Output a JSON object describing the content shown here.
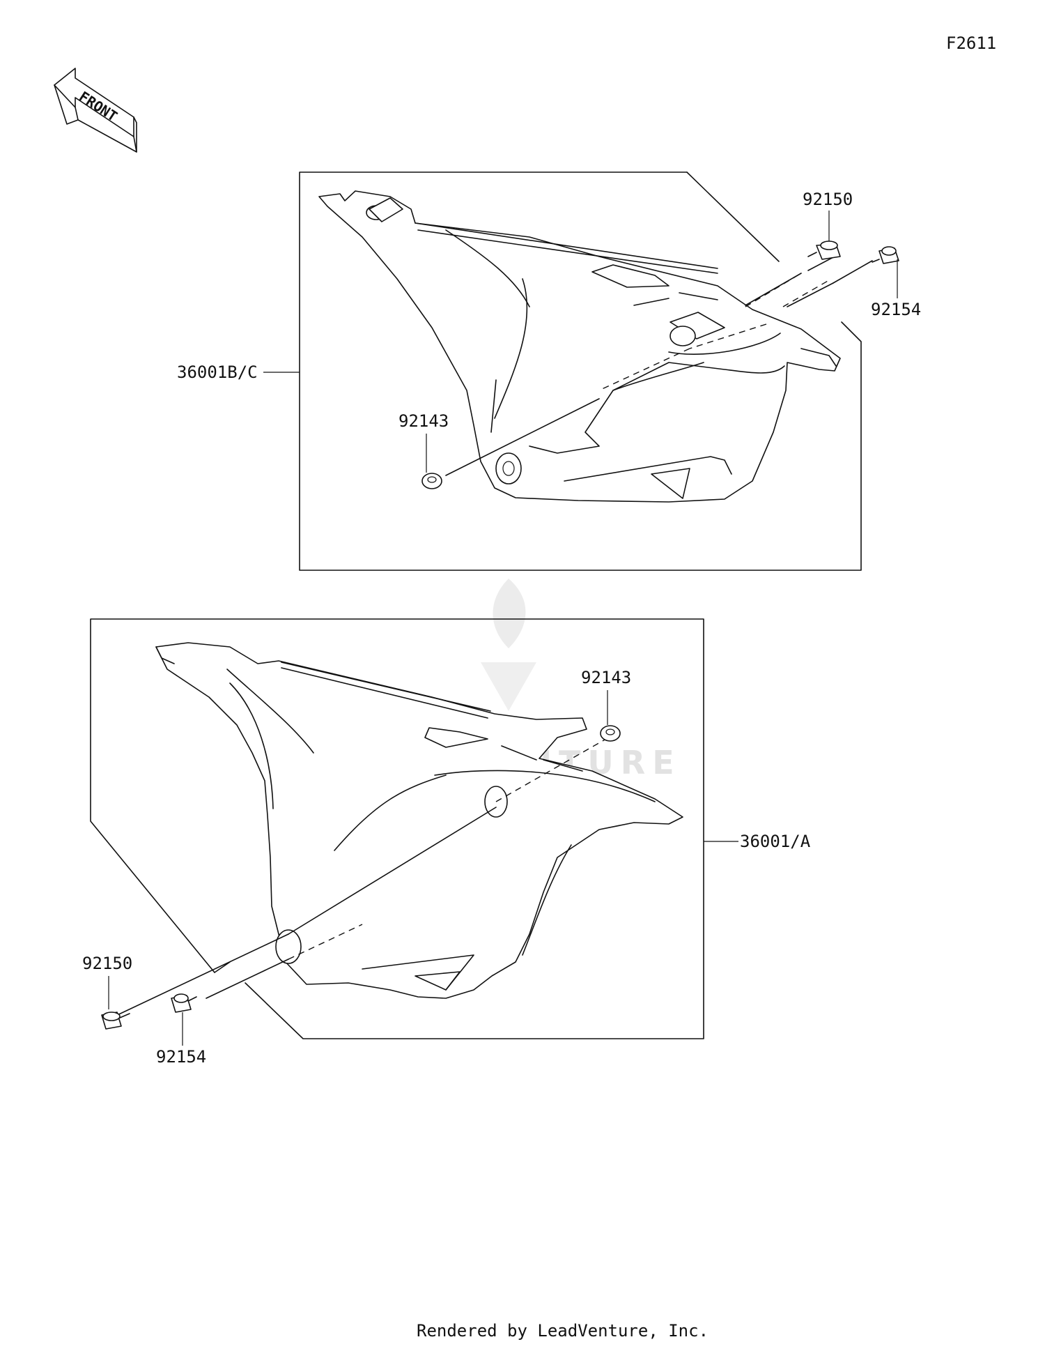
{
  "figure_code": "F2611",
  "front_arrow": {
    "label": "FRONT",
    "icon": "front-direction-arrow-icon"
  },
  "watermark": {
    "text": "LEADVENTURE",
    "icon": "leadventure-flame-logo-icon"
  },
  "upper_assembly": {
    "part_number": "36001B/C",
    "callouts": {
      "screw": "92150",
      "bolt": "92154",
      "grommet": "92143"
    }
  },
  "lower_assembly": {
    "part_number": "36001/A",
    "callouts": {
      "grommet": "92143",
      "screw": "92150",
      "bolt": "92154"
    }
  },
  "footer": {
    "text": "Rendered by LeadVenture, Inc."
  }
}
